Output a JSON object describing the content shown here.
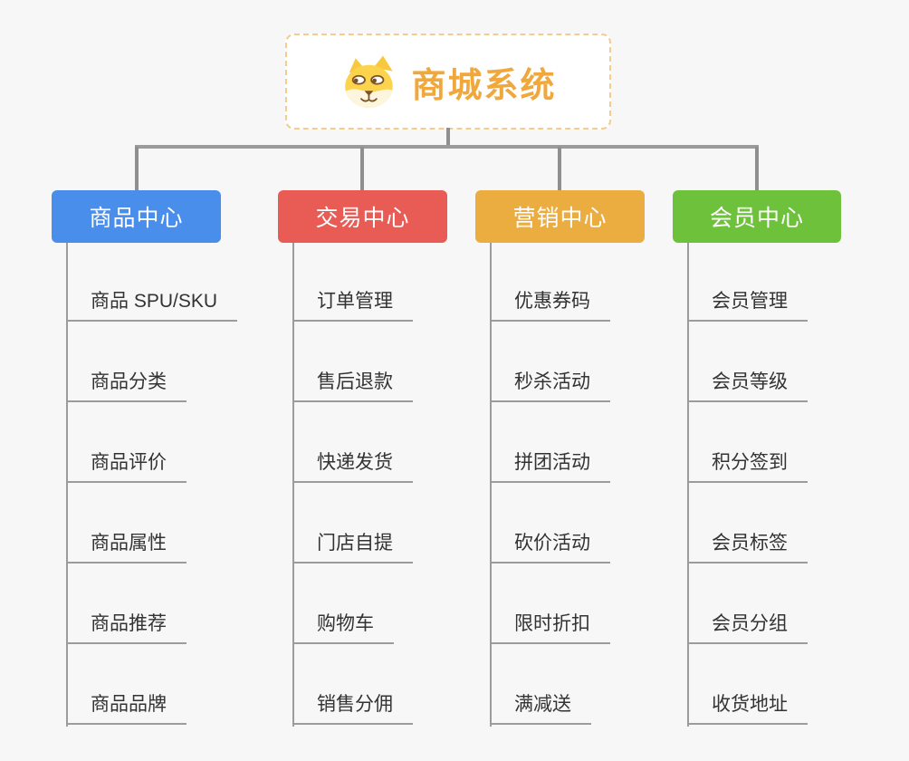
{
  "root": {
    "title": "商城系统",
    "icon": "doge-icon",
    "title_color": "#f0a83c",
    "border_color": "#f3cc8e"
  },
  "branches": [
    {
      "label": "商品中心",
      "color": "#4a8eec",
      "items": [
        "商品 SPU/SKU",
        "商品分类",
        "商品评价",
        "商品属性",
        "商品推荐",
        "商品品牌"
      ]
    },
    {
      "label": "交易中心",
      "color": "#e95b55",
      "items": [
        "订单管理",
        "售后退款",
        "快递发货",
        "门店自提",
        "购物车",
        "销售分佣"
      ]
    },
    {
      "label": "营销中心",
      "color": "#ebac40",
      "items": [
        "优惠券码",
        "秒杀活动",
        "拼团活动",
        "砍价活动",
        "限时折扣",
        "满减送"
      ]
    },
    {
      "label": "会员中心",
      "color": "#6ec23b",
      "items": [
        "会员管理",
        "会员等级",
        "积分签到",
        "会员标签",
        "会员分组",
        "收货地址"
      ]
    }
  ],
  "colors": {
    "background": "#f7f7f7",
    "connector": "#8f8f8f",
    "leaf_text": "#333333"
  }
}
